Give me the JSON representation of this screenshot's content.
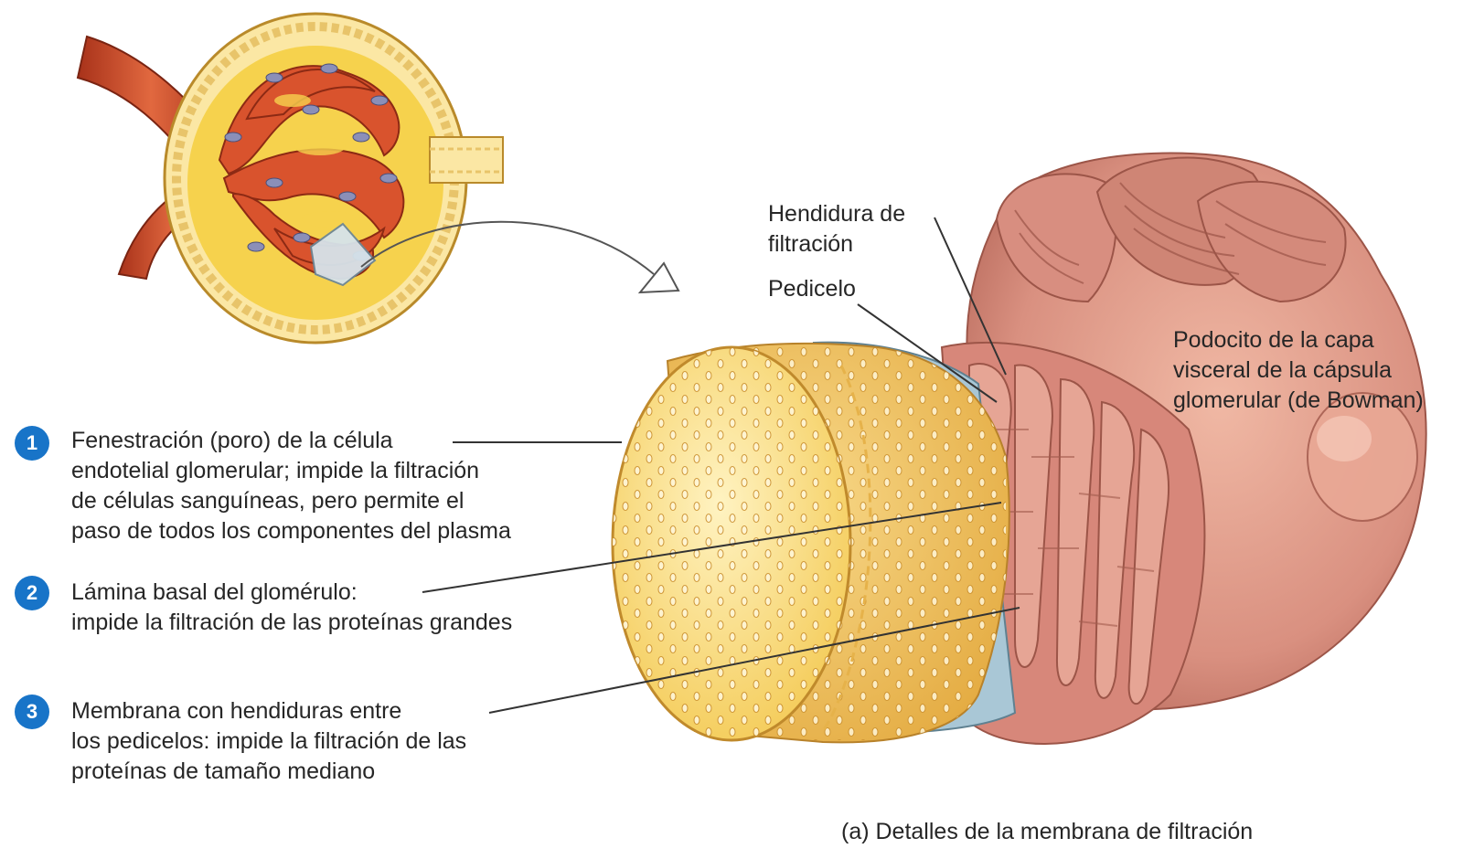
{
  "labels": {
    "slit": [
      "Hendidura de",
      "filtración"
    ],
    "pedicel": "Pedicelo",
    "podocyte": [
      "Podocito de la capa",
      "visceral de la cápsula",
      "glomerular (de Bowman)"
    ]
  },
  "items": [
    {
      "number": "1",
      "lines": [
        "Fenestración (poro) de la célula",
        "endotelial glomerular; impide la filtración",
        "de células sanguíneas, pero permite el",
        "paso de todos los componentes del plasma"
      ]
    },
    {
      "number": "2",
      "lines": [
        "Lámina basal del glomérulo:",
        "impide la filtración de las proteínas grandes"
      ]
    },
    {
      "number": "3",
      "lines": [
        "Membrana con hendiduras entre",
        "los pedicelos: impide la filtración de las",
        "proteínas de tamaño mediano"
      ]
    }
  ],
  "caption": "(a) Detalles de la membrana de filtración",
  "colors": {
    "badge": "#1874c8",
    "endothelium": "#f1c45a",
    "basal_lamina": "#a9c7d6",
    "podocyte": "#d99483",
    "capillary": "#d9532d",
    "capsule_space": "#f6d24d"
  }
}
